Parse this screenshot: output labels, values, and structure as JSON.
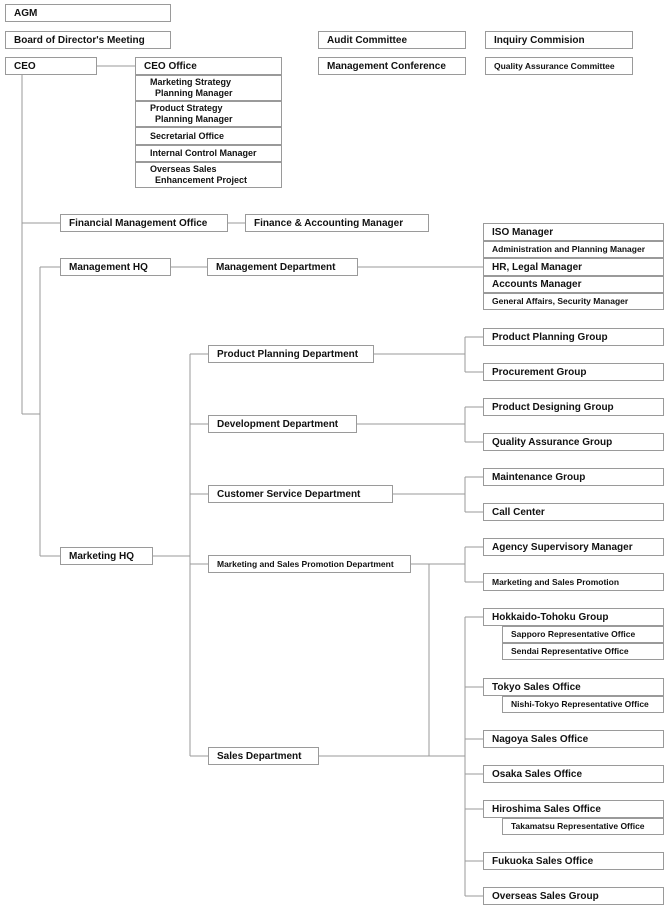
{
  "top": {
    "agm": "AGM",
    "board": "Board of Director's Meeting",
    "audit": "Audit Committee",
    "inquiry": "Inquiry Commision",
    "management_conference": "Management Conference",
    "quality_assurance_committee": "Quality Assurance Committee",
    "ceo": "CEO"
  },
  "ceo_office": {
    "title": "CEO Office",
    "marketing_strategy": "Marketing Strategy\n  Planning Manager",
    "product_strategy": "Product Strategy\n  Planning Manager",
    "secretarial": "Secretarial Office",
    "internal_control": "Internal Control Manager",
    "overseas": "Overseas Sales\n  Enhancement Project"
  },
  "finance": {
    "office": "Financial Management Office",
    "manager": "Finance & Accounting Manager"
  },
  "management": {
    "hq": "Management HQ",
    "department": "Management Department",
    "iso": "ISO Manager",
    "admin_planning": "Administration and Planning Manager",
    "hr_legal": "HR, Legal Manager",
    "accounts": "Accounts Manager",
    "general_affairs": "General Affairs, Security Manager"
  },
  "marketing": {
    "hq": "Marketing HQ",
    "product_planning_dept": "Product Planning Department",
    "product_planning_group": "Product Planning Group",
    "procurement_group": "Procurement Group",
    "development_dept": "Development Department",
    "product_designing_group": "Product Designing Group",
    "quality_assurance_group": "Quality Assurance Group",
    "customer_service_dept": "Customer Service Department",
    "maintenance_group": "Maintenance Group",
    "call_center": "Call Center",
    "msp_dept": "Marketing and Sales Promotion Department",
    "agency_supervisory": "Agency Supervisory Manager",
    "msp": "Marketing and Sales Promotion",
    "sales_dept": "Sales Department"
  },
  "sales": {
    "hokkaido": "Hokkaido-Tohoku Group",
    "sapporo": "Sapporo Representative Office",
    "sendai": "Sendai Representative Office",
    "tokyo": "Tokyo Sales Office",
    "nishi_tokyo": "Nishi-Tokyo Representative Office",
    "nagoya": "Nagoya Sales Office",
    "osaka": "Osaka Sales Office",
    "hiroshima": "Hiroshima Sales Office",
    "takamatsu": "Takamatsu Representative Office",
    "fukuoka": "Fukuoka Sales Office",
    "overseas": "Overseas Sales Group"
  }
}
